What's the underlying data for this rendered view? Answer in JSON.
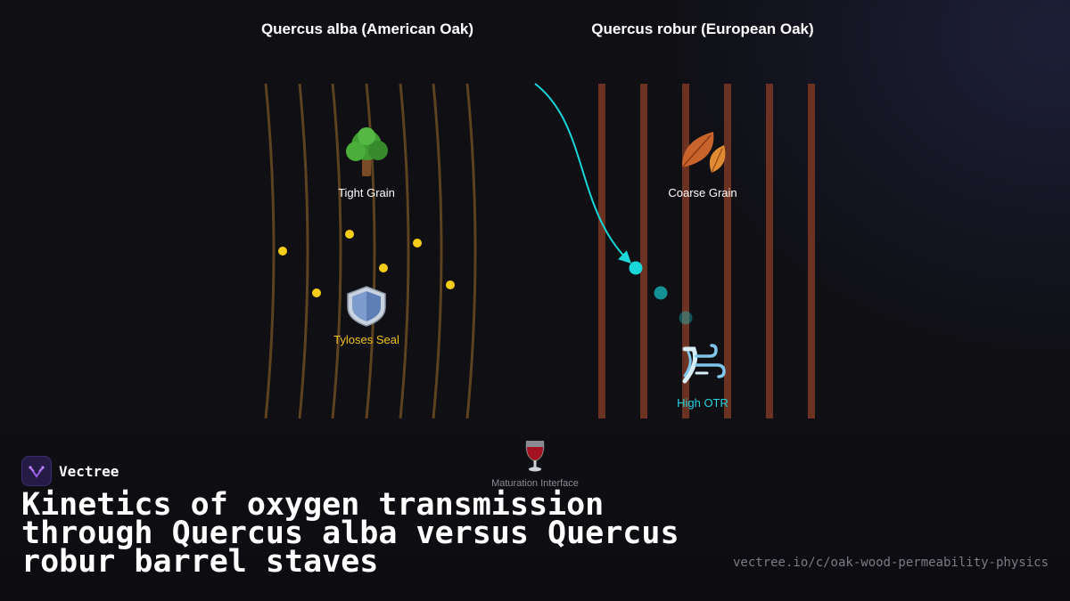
{
  "diagram": {
    "left_title": "Quercus alba (American Oak)",
    "right_title": "Quercus robur (European Oak)",
    "tight_grain_icon": "deciduous-tree-icon",
    "tight_grain_label": "Tight Grain",
    "seal_icon": "shield-icon",
    "seal_label": "Tyloses Seal",
    "coarse_grain_icon": "fallen-leaf-icon",
    "coarse_grain_label": "Coarse Grain",
    "otr_icon": "dashing-away-icon",
    "otr_label": "High OTR",
    "interface_icon": "wine-glass-icon",
    "interface_label": "Maturation Interface"
  },
  "brand": {
    "name": "Vectree",
    "logo_icon": "vectree-logo-icon"
  },
  "headline": "Kinetics of oxygen transmission through Quercus alba versus Quercus robur barrel staves",
  "url": "vectree.io/c/oak-wood-permeability-physics",
  "colors": {
    "background": "#0f0f14",
    "alba_grain": "#5c4220",
    "robur_grain": "#6b3222",
    "tyloses_dot": "#f5cc16",
    "oxygen": "#19d6d9",
    "seal_label": "#f2c21a",
    "otr_label": "#22d3df"
  }
}
